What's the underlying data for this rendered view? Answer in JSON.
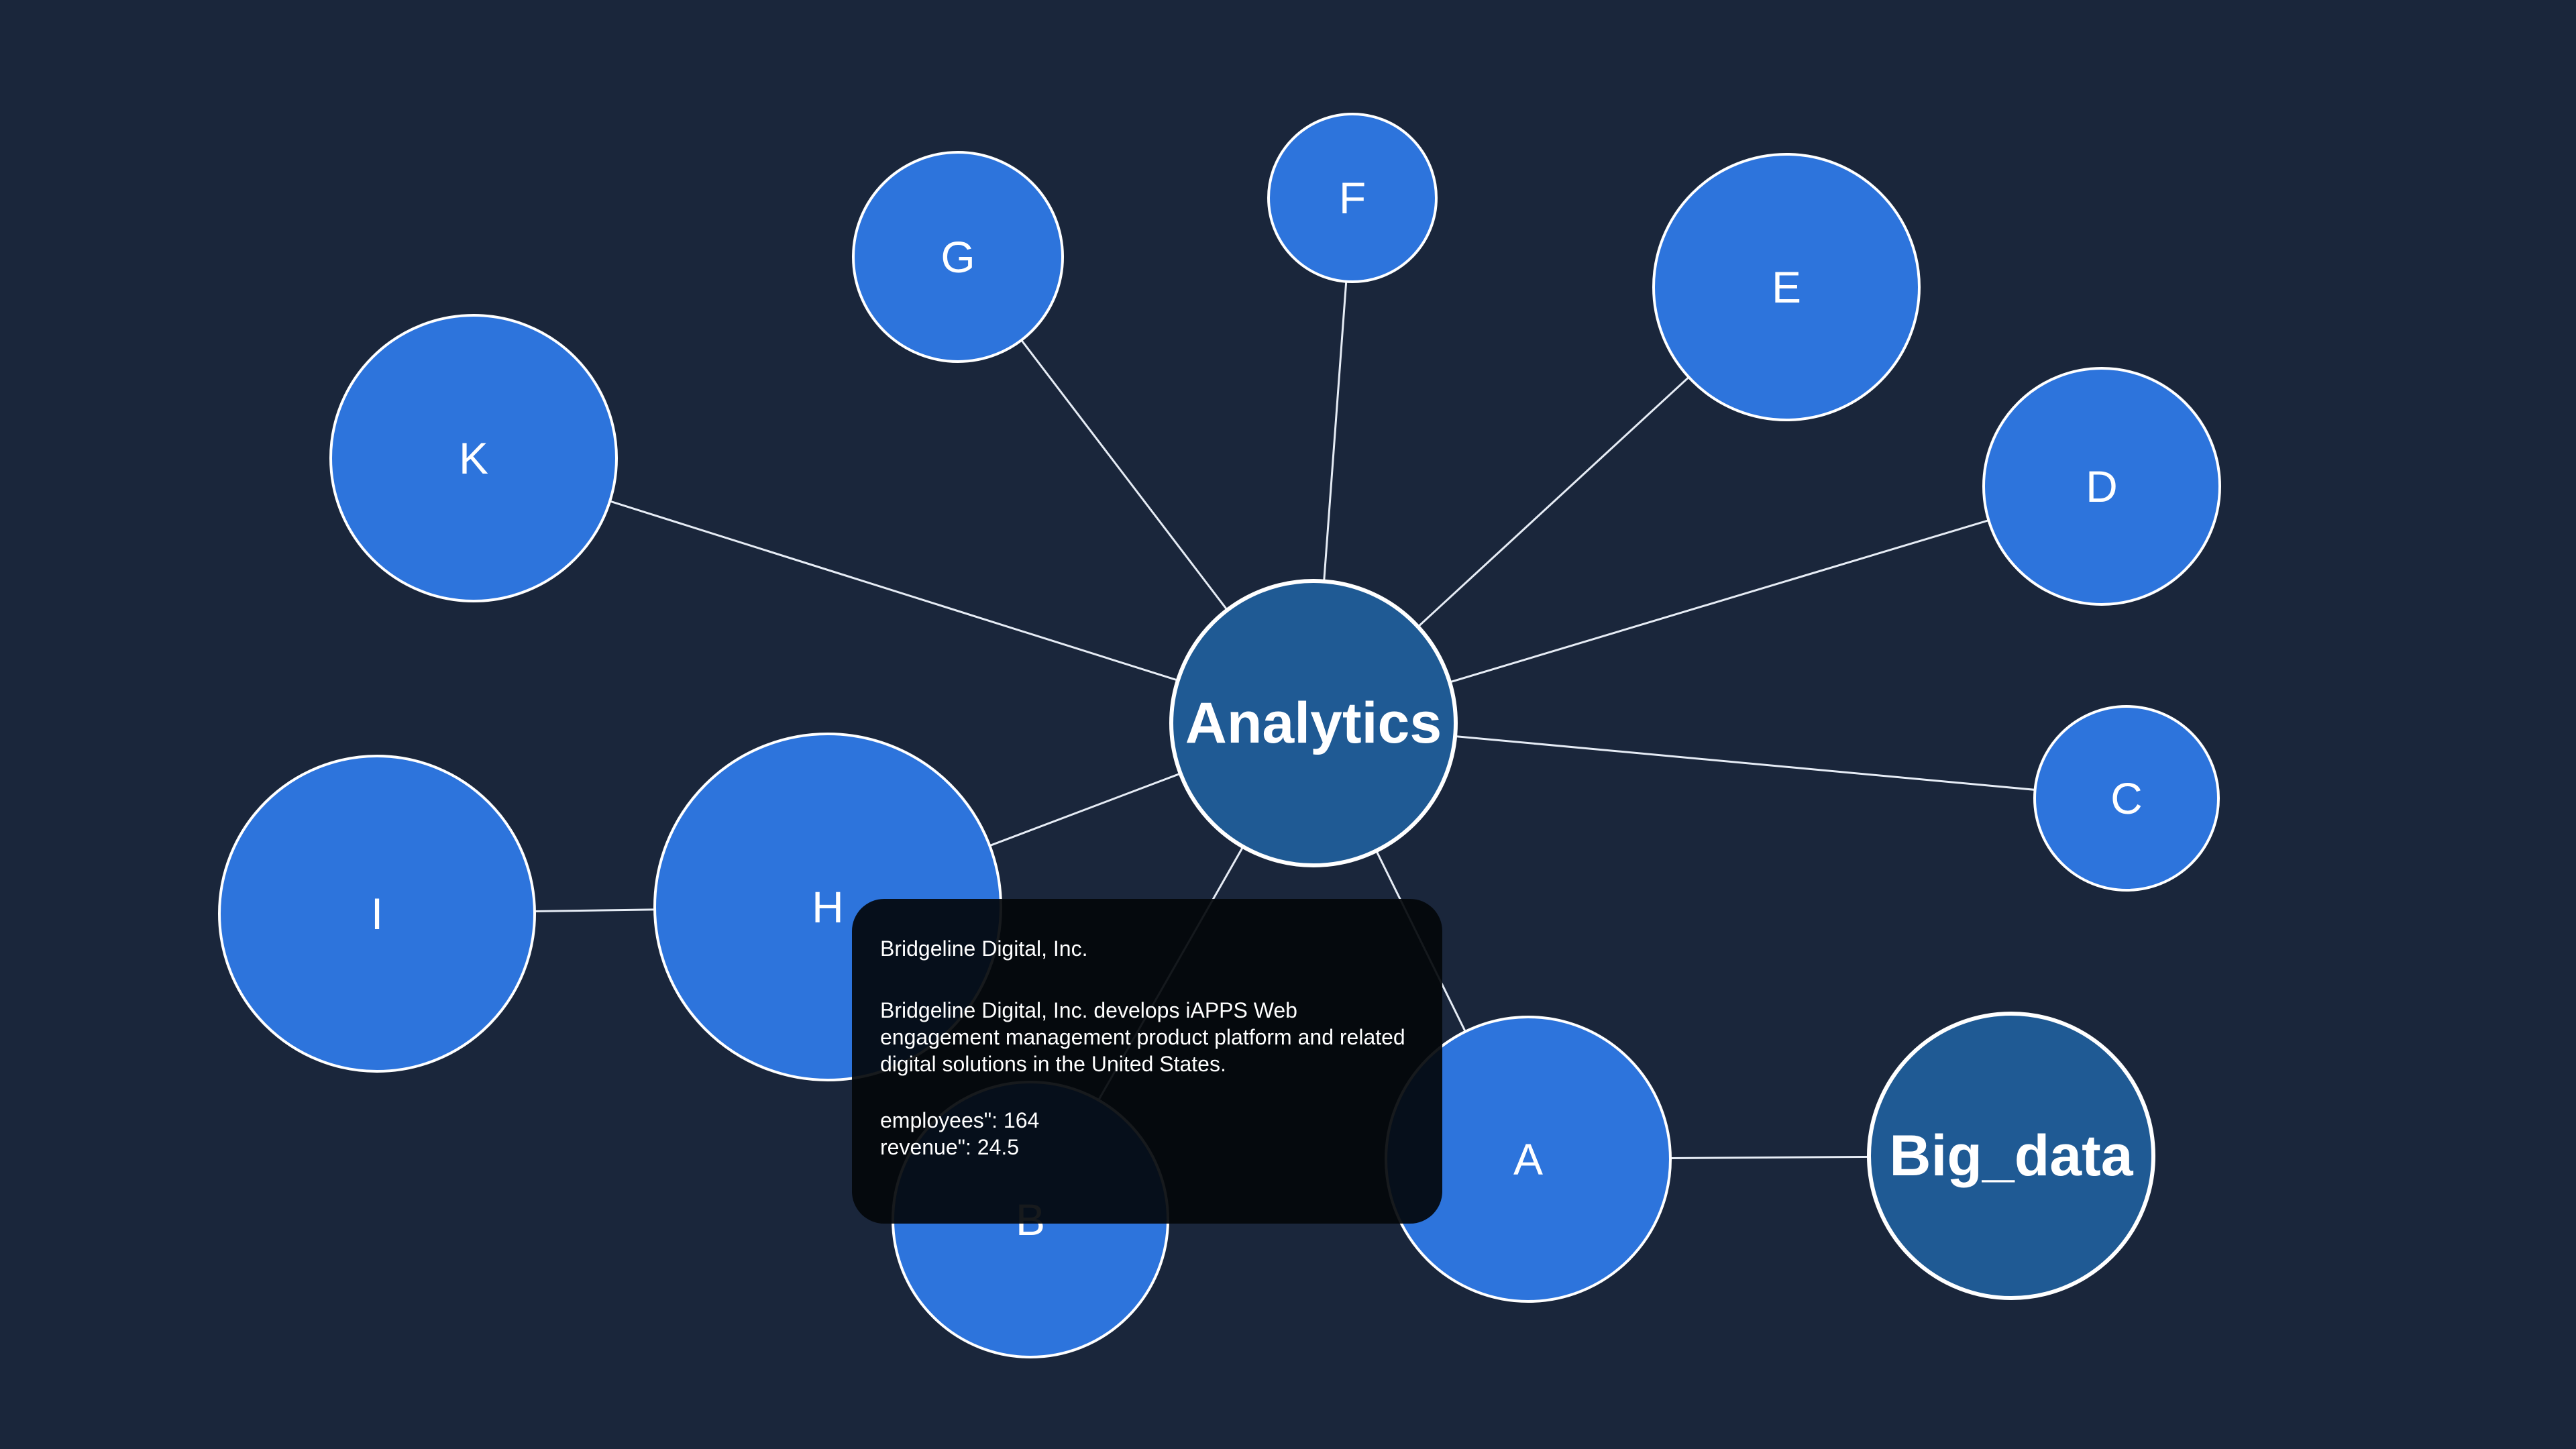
{
  "graph": {
    "hub": "Analytics",
    "nodes": [
      {
        "id": "Analytics",
        "label": "Analytics",
        "kind": "topic"
      },
      {
        "id": "Big_data",
        "label": "Big_data",
        "kind": "topic"
      },
      {
        "id": "A",
        "label": "A",
        "kind": "company"
      },
      {
        "id": "B",
        "label": "B",
        "kind": "company"
      },
      {
        "id": "C",
        "label": "C",
        "kind": "company"
      },
      {
        "id": "D",
        "label": "D",
        "kind": "company"
      },
      {
        "id": "E",
        "label": "E",
        "kind": "company"
      },
      {
        "id": "F",
        "label": "F",
        "kind": "company"
      },
      {
        "id": "G",
        "label": "G",
        "kind": "company"
      },
      {
        "id": "H",
        "label": "H",
        "kind": "company"
      },
      {
        "id": "I",
        "label": "I",
        "kind": "company"
      },
      {
        "id": "K",
        "label": "K",
        "kind": "company"
      }
    ],
    "edges": [
      [
        "Analytics",
        "K"
      ],
      [
        "Analytics",
        "G"
      ],
      [
        "Analytics",
        "F"
      ],
      [
        "Analytics",
        "E"
      ],
      [
        "Analytics",
        "D"
      ],
      [
        "Analytics",
        "C"
      ],
      [
        "Analytics",
        "A"
      ],
      [
        "Analytics",
        "B"
      ],
      [
        "Analytics",
        "H"
      ],
      [
        "I",
        "H"
      ],
      [
        "A",
        "Big_data"
      ]
    ],
    "colors": {
      "background": "#1a263b",
      "company_node": "#2d74dc",
      "topic_node": "#1f5a94",
      "edge": "#e6ecf5",
      "tooltip": "#03060a"
    }
  },
  "tooltip": {
    "title": "Bridgeline Digital, Inc.",
    "description": "Bridgeline Digital, Inc. develops iAPPS Web engagement management product platform and related digital solutions in the United States.",
    "employees": "employees\": 164",
    "revenue": "revenue\": 24.5"
  }
}
